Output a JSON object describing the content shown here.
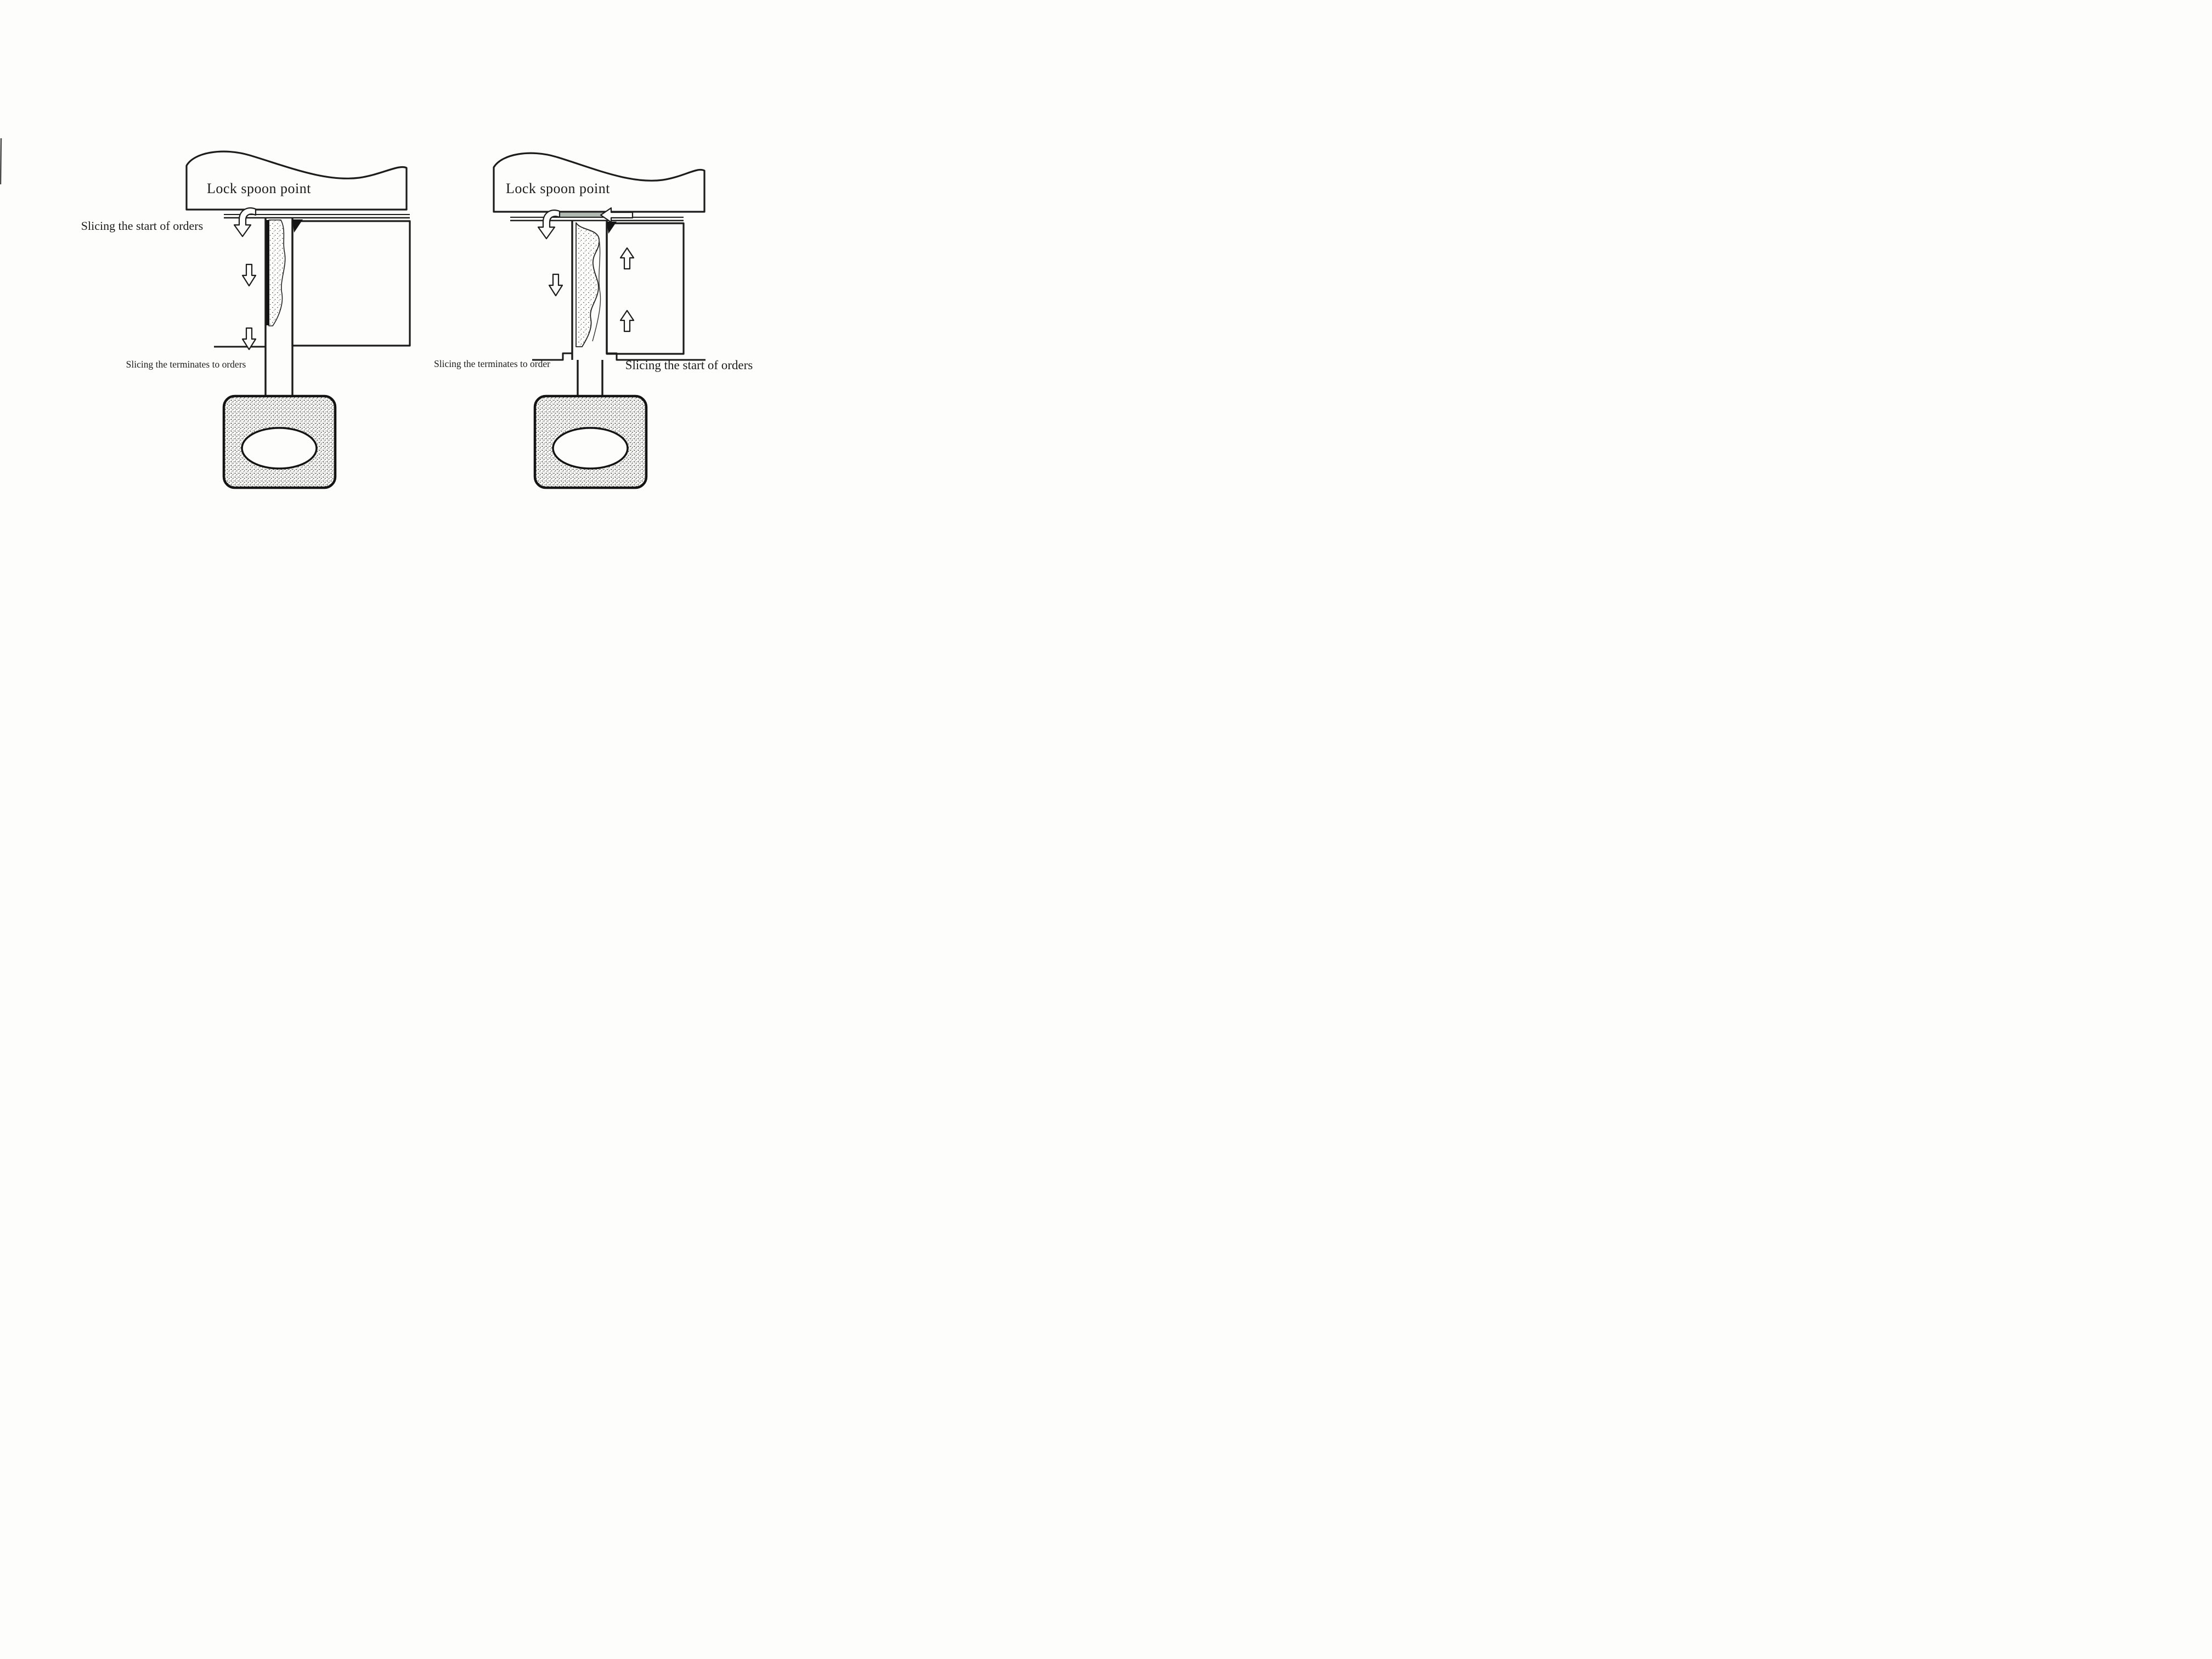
{
  "page": {
    "background": "#fdfdfb",
    "ink": "#1c1c1c",
    "gray_strip": "#b2b8b2"
  },
  "left_diagram": {
    "panel_label": "Lock spoon point",
    "start_label": "Slicing the start of orders",
    "terminate_label": "Slicing the terminates to orders"
  },
  "right_diagram": {
    "panel_label": "Lock spoon point",
    "terminate_label": "Slicing the terminates to order",
    "start_label": "Slicing the start of orders"
  }
}
